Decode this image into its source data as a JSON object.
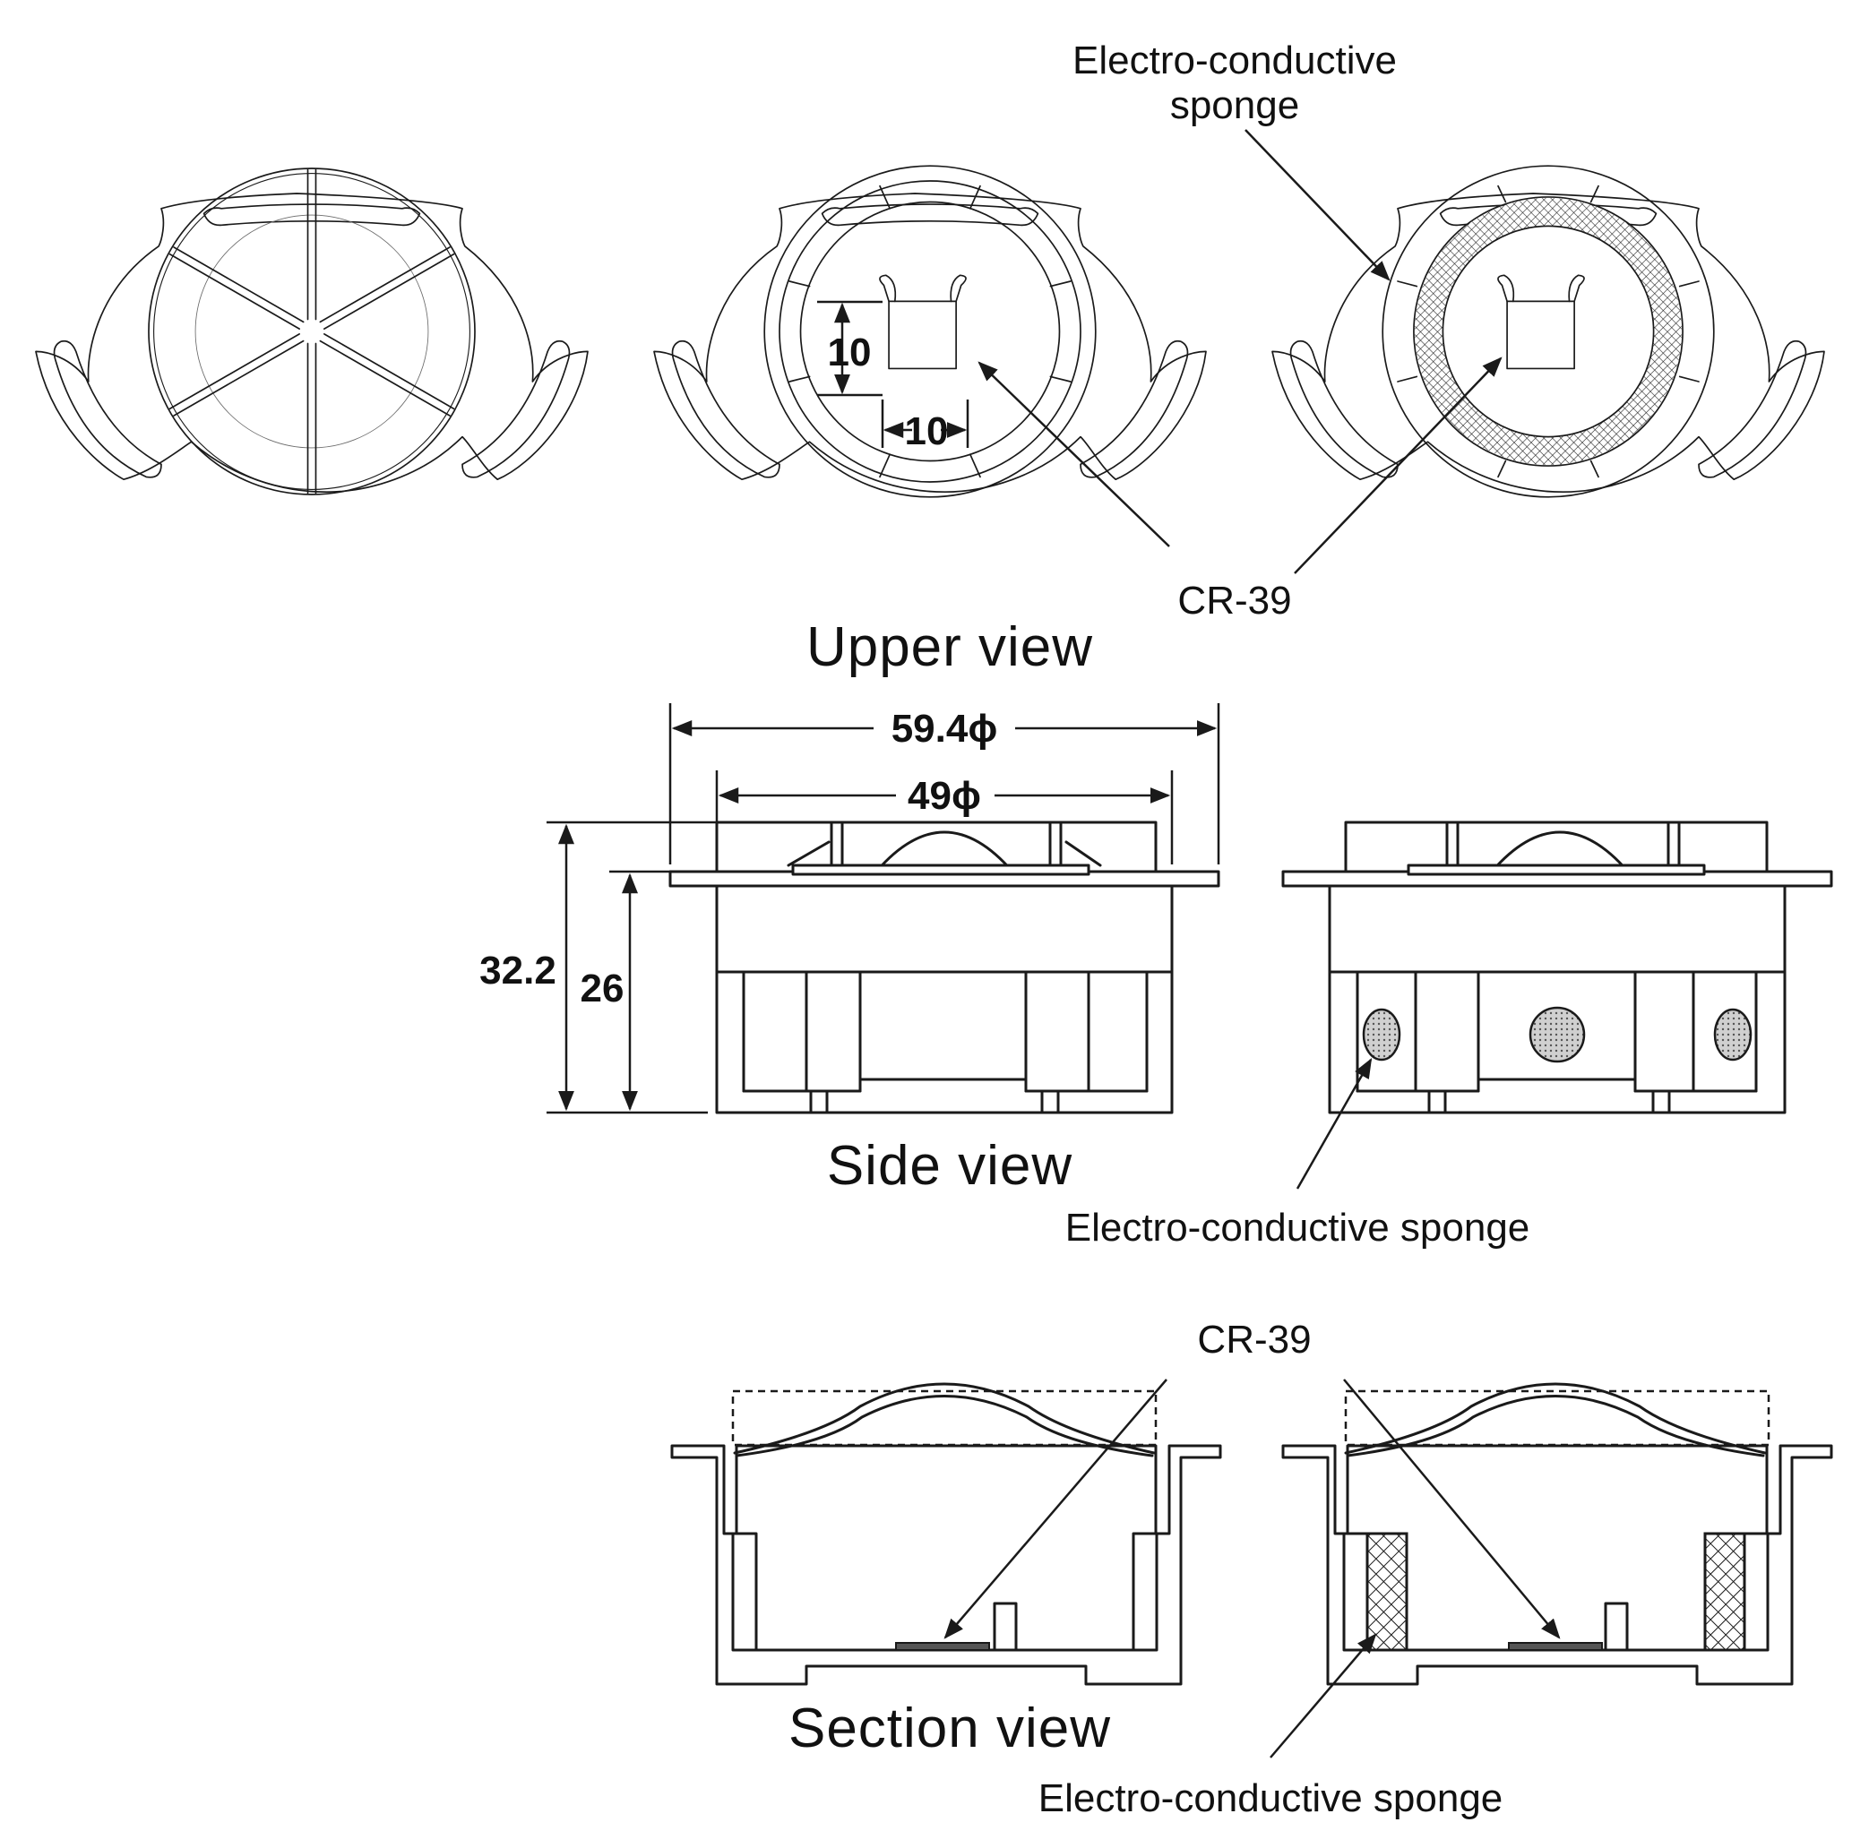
{
  "labels": {
    "upper_view": "Upper view",
    "side_view": "Side view",
    "section_view": "Section view",
    "sponge_line1": "Electro-conductive",
    "sponge_line2": "sponge",
    "sponge_side": "Electro-conductive sponge",
    "sponge_section": "Electro-conductive sponge",
    "cr39_upper": "CR-39",
    "cr39_section": "CR-39"
  },
  "dimensions": {
    "window_height": "10",
    "window_width": "10",
    "outer_diameter": "59.4ϕ",
    "inner_diameter": "49ϕ",
    "total_height": "32.2",
    "body_height": "26"
  },
  "colors": {
    "line": "#1a1a1a",
    "sponge_fill": "#cccccc"
  }
}
